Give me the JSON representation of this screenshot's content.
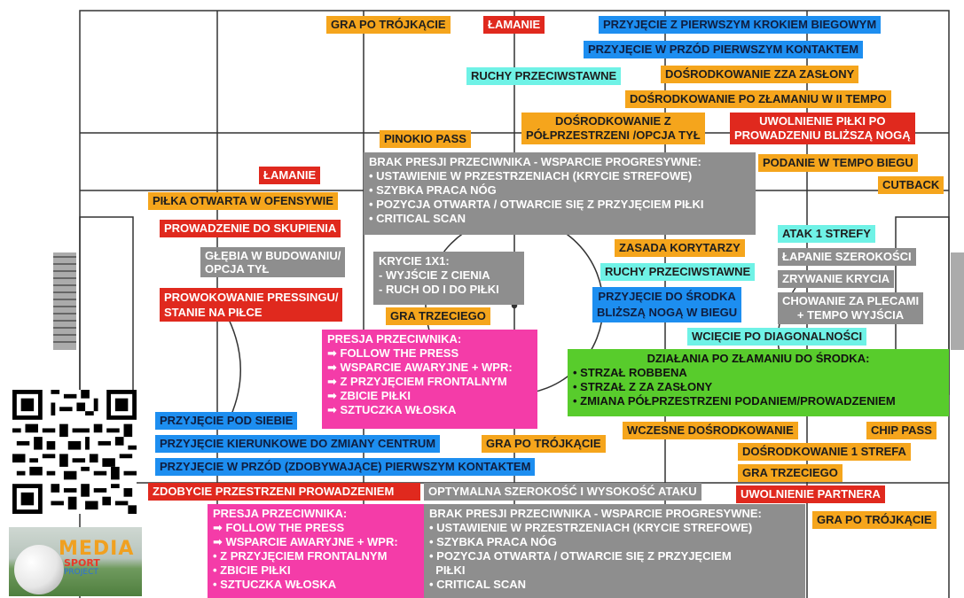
{
  "labels": {
    "gra_po_trojkacie_top": "GRA PO TRÓJKĄCIE",
    "lamanie_top": "ŁAMANIE",
    "przyjecie_krokiem": "PRZYJĘCIE Z PIERWSZYM KROKIEM BIEGOWYM",
    "przyjecie_w_przod_top": "PRZYJĘCIE W PRZÓD PIERWSZYM KONTAKTEM",
    "ruchy_przeciwstawne_top": "RUCHY PRZECIWSTAWNE",
    "dosrodkowanie_zza_zaslony": "DOŚRODKOWANIE ZZA ZASŁONY",
    "dosrodkowanie_po_zlamaniu": "DOŚRODKOWANIE PO ZŁAMANIU W II TEMPO",
    "dosrodkowanie_z_polprzestrzeni": "DOŚRODKOWANIE Z\nPÓŁPRZESTRZENI /OPCJA TYŁ",
    "uwolnienie_pilki": "UWOLNIENIE PIŁKI PO\nPROWADZENIU BLIŻSZĄ NOGĄ",
    "pinokio_pass": "PINOKIO PASS",
    "podanie_w_tempo": "PODANIE W TEMPO BIEGU",
    "cutback": "CUTBACK",
    "lamanie_left": "ŁAMANIE",
    "pilka_otwarta": "PIŁKA OTWARTA W OFENSYWIE",
    "prowadzenie_do_skupienia": "PROWADZENIE DO SKUPIENIA",
    "glebia": "GŁĘBIA W BUDOWANIU/\nOPCJA TYŁ",
    "prowokowanie": "PROWOKOWANIE PRESSINGU/\nSTANIE NA PIŁCE",
    "gra_trzeciego_mid": "GRA TRZECIEGO",
    "zasada_korytarzy": "ZASADA KORYTARZY",
    "ruchy_przeciwstawne_mid": "RUCHY PRZECIWSTAWNE",
    "przyjecie_do_srodka": "PRZYJĘCIE DO ŚRODKA\nBLIŻSZĄ NOGĄ W BIEGU",
    "atak_1_strefy": "ATAK 1 STREFY",
    "lapanie_szerokosci": "ŁAPANIE SZEROKOŚCI",
    "zrywanie_krycia": "ZRYWANIE KRYCIA",
    "chowanie": "CHOWANIE ZA PLECAMI\n+ TEMPO WYJŚCIA",
    "wciecie": "WCIĘCIE PO DIAGONALNOŚCI",
    "przyjecie_pod_siebie": "PRZYJĘCIE POD SIEBIE",
    "przyjecie_kierunkowe": "PRZYJĘCIE KIERUNKOWE DO ZMIANY CENTRUM",
    "gra_po_trojkacie_mid": "GRA PO TRÓJKĄCIE",
    "przyjecie_w_przod_bottom": "PRZYJĘCIE W PRZÓD (ZDOBYWAJĄCE) PIERWSZYM KONTAKTEM",
    "wczesne_dosrodkowanie": "WCZESNE DOŚRODKOWANIE",
    "chip_pass": "CHIP PASS",
    "dosrodkowanie_1_strefa": "DOŚRODKOWANIE 1 STREFA",
    "gra_trzeciego_bottom": "GRA TRZECIEGO",
    "zdobycie_przestrzeni": "ZDOBYCIE PRZESTRZENI PROWADZENIEM",
    "optymalna_szerokosc": "OPTYMALNA SZEROKOŚĆ I WYSOKOŚĆ ATAKU",
    "uwolnienie_partnera": "UWOLNIENIE PARTNERA",
    "gra_po_trojkacie_bottom": "GRA PO TRÓJKĄCIE"
  },
  "boxes": {
    "brak_presji_top": {
      "title": "BRAK PRESJI PRZECIWNIKA - WSPARCIE PROGRESYWNE:",
      "items": [
        "• USTAWIENIE W PRZESTRZENIACH (KRYCIE STREFOWE)",
        "• SZYBKA PRACA NÓG",
        "• POZYCJA OTWARTA / OTWARCIE SIĘ Z PRZYJĘCIEM PIŁKI",
        "• CRITICAL SCAN"
      ]
    },
    "krycie_1x1": {
      "title": "KRYCIE 1X1:",
      "items": [
        "-  WYJŚCIE Z CIENIA",
        "-  RUCH OD I DO PIŁKI"
      ]
    },
    "presja_mid": {
      "title": "PRESJA PRZECIWNIKA:",
      "items": [
        "➡ FOLLOW THE PRESS",
        "➡ WSPARCIE AWARYJNE + WPR:",
        "➡ Z PRZYJĘCIEM FRONTALNYM",
        "➡ ZBICIE PIŁKI",
        "➡ SZTUCZKA WŁOSKA"
      ]
    },
    "dzialania": {
      "title": "DZIAŁANIA PO ZŁAMANIU DO ŚRODKA:",
      "items": [
        "•  STRZAŁ ROBBENA",
        "•  STRZAŁ Z ZA ZASŁONY",
        "•  ZMIANA PÓŁPRZESTRZENI PODANIEM/PROWADZENIEM"
      ]
    },
    "presja_bottom": {
      "title": "PRESJA PRZECIWNIKA:",
      "items": [
        "➡ FOLLOW THE PRESS",
        "➡ WSPARCIE AWARYJNE + WPR:",
        "• Z PRZYJĘCIEM FRONTALNYM",
        "• ZBICIE PIŁKI",
        "• SZTUCZKA WŁOSKA"
      ]
    },
    "brak_presji_bottom": {
      "title": "BRAK PRESJI PRZECIWNIKA - WSPARCIE PROGRESYWNE:",
      "items": [
        "• USTAWIENIE W PRZESTRZENIACH (KRYCIE STREFOWE)",
        "• SZYBKA PRACA NÓG",
        "• POZYCJA OTWARTA / OTWARCIE SIĘ Z PRZYJĘCIEM",
        "  PIŁKI",
        "• CRITICAL SCAN"
      ]
    }
  },
  "logo": {
    "word1": "MEDIA",
    "word2": "SPORT",
    "word3": "PROJECT"
  },
  "colors": {
    "orange": "#f5a51c",
    "red": "#e0291e",
    "blue": "#1d8ef0",
    "cyan": "#6ff2e6",
    "gray": "#8e8e8e",
    "pink": "#f43ca8",
    "green": "#58cc2c"
  }
}
